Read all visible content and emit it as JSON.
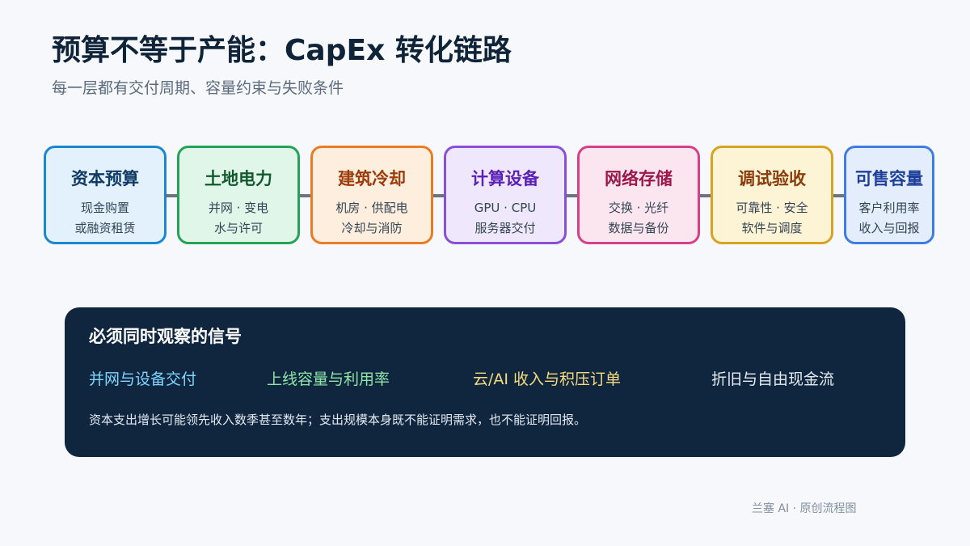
{
  "header": {
    "title": "预算不等于产能：CapEx 转化链路",
    "subtitle": "每一层都有交付周期、容量约束与失败条件"
  },
  "flow": {
    "stages": [
      {
        "title": "资本预算",
        "line1": "现金购置",
        "line2": "或融资租赁",
        "border": "#1a87cf",
        "fill": "#e2f1fc",
        "text": "#0f3a66"
      },
      {
        "title": "土地电力",
        "line1": "并网 · 变电",
        "line2": "水与许可",
        "border": "#23a356",
        "fill": "#e0f6e8",
        "text": "#13592e"
      },
      {
        "title": "建筑冷却",
        "line1": "机房 · 供配电",
        "line2": "冷却与消防",
        "border": "#ea7c26",
        "fill": "#fdeedd",
        "text": "#9c3b0a"
      },
      {
        "title": "计算设备",
        "line1": "GPU · CPU",
        "line2": "服务器交付",
        "border": "#8a4fd9",
        "fill": "#efe8fc",
        "text": "#5b21b6"
      },
      {
        "title": "网络存储",
        "line1": "交换 · 光纤",
        "line2": "数据与备份",
        "border": "#d6408a",
        "fill": "#fbe6f0",
        "text": "#9d174d"
      },
      {
        "title": "调试验收",
        "line1": "可靠性 · 安全",
        "line2": "软件与调度",
        "border": "#d9a322",
        "fill": "#fdf4d5",
        "text": "#8a3d0c"
      },
      {
        "title": "可售容量",
        "line1": "客户利用率",
        "line2": "收入与回报",
        "border": "#3f7de0",
        "fill": "#e3edfc",
        "text": "#1e3f99"
      }
    ],
    "connector_color": "#6b7380"
  },
  "signals": {
    "title": "必须同时观察的信号",
    "items": [
      {
        "label": "并网与设备交付",
        "color": "#7fd6ff"
      },
      {
        "label": "上线容量与利用率",
        "color": "#8ee6a6"
      },
      {
        "label": "云/AI 收入与积压订单",
        "color": "#f7dc7e"
      },
      {
        "label": "折旧与自由现金流",
        "color": "#e6ecf2"
      }
    ],
    "note": "资本支出增长可能领先收入数季甚至数年；支出规模本身既不能证明需求，也不能证明回报。",
    "panel_color": "#10263f"
  },
  "footer": {
    "credit": "兰塞 AI · 原创流程图"
  }
}
